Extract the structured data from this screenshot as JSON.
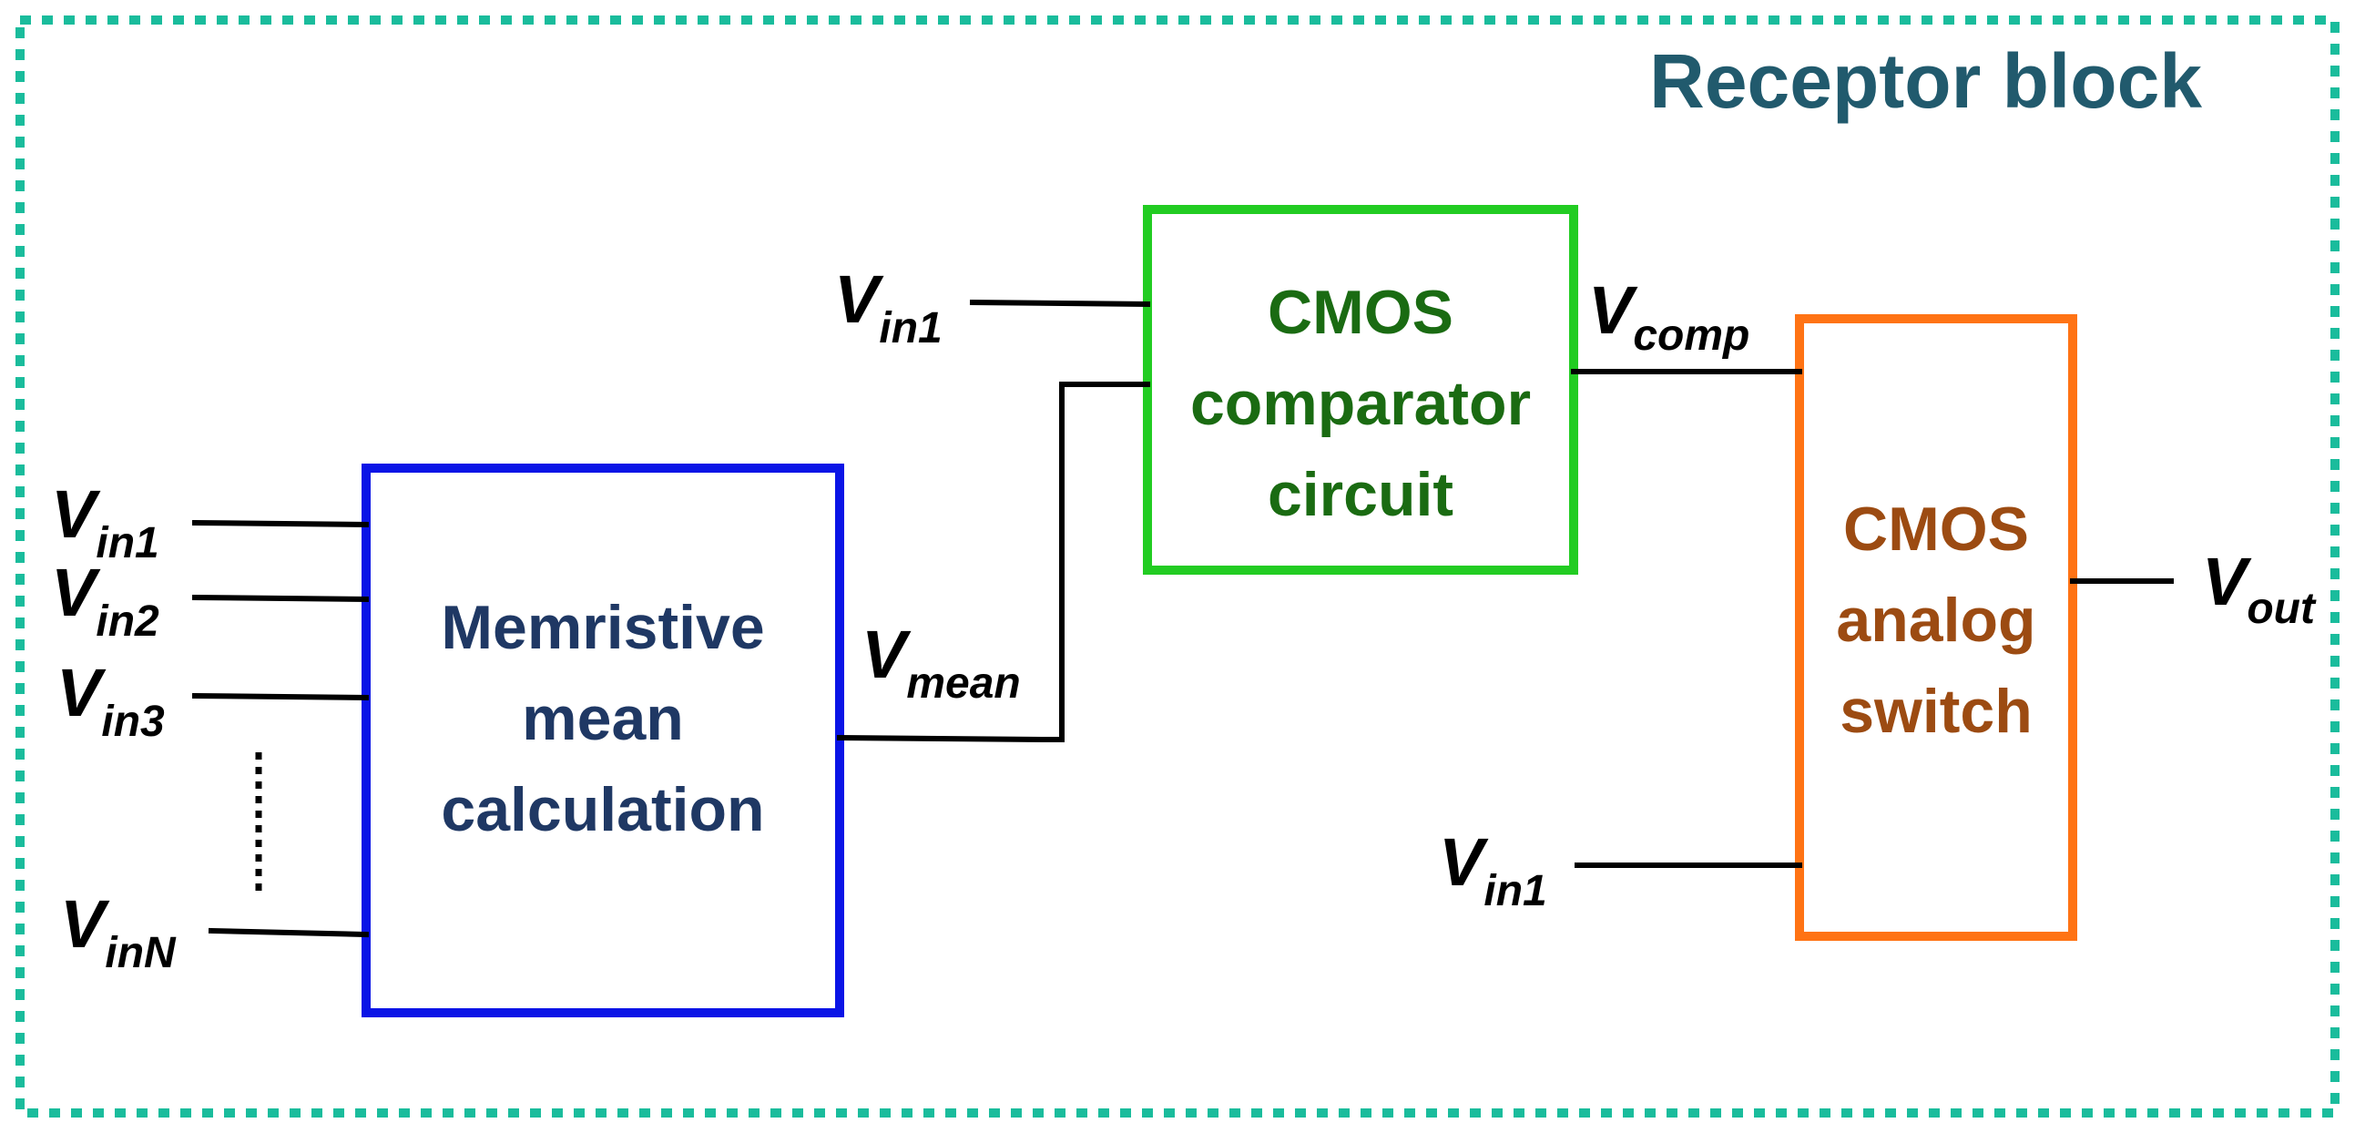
{
  "colors": {
    "frame": "#1abc9c",
    "title": "#215a6d",
    "mean_block": "#0a14e6",
    "mean_text": "#1f3864",
    "comparator_block": "#22cc22",
    "comparator_text": "#1a6b12",
    "switch_block": "#ff7314",
    "switch_text": "#9c4b12",
    "wire": "#000000"
  },
  "frame": {
    "title": "Receptor block"
  },
  "blocks": {
    "mean": {
      "lines": [
        "Memristive",
        "mean",
        "calculation"
      ]
    },
    "comparator": {
      "lines": [
        "CMOS",
        "comparator",
        "circuit"
      ]
    },
    "switch": {
      "lines": [
        "CMOS",
        "analog",
        "switch"
      ]
    }
  },
  "signals": {
    "vin1_mean": {
      "main": "V",
      "sub": "in1"
    },
    "vin2_mean": {
      "main": "V",
      "sub": "in2"
    },
    "vin3_mean": {
      "main": "V",
      "sub": "in3"
    },
    "vinN_mean": {
      "main": "V",
      "sub": "inN"
    },
    "vmean": {
      "main": "V",
      "sub": "mean"
    },
    "vin1_comp": {
      "main": "V",
      "sub": "in1"
    },
    "vcomp": {
      "main": "V",
      "sub": "comp"
    },
    "vin1_switch": {
      "main": "V",
      "sub": "in1"
    },
    "vout": {
      "main": "V",
      "sub": "out"
    }
  }
}
